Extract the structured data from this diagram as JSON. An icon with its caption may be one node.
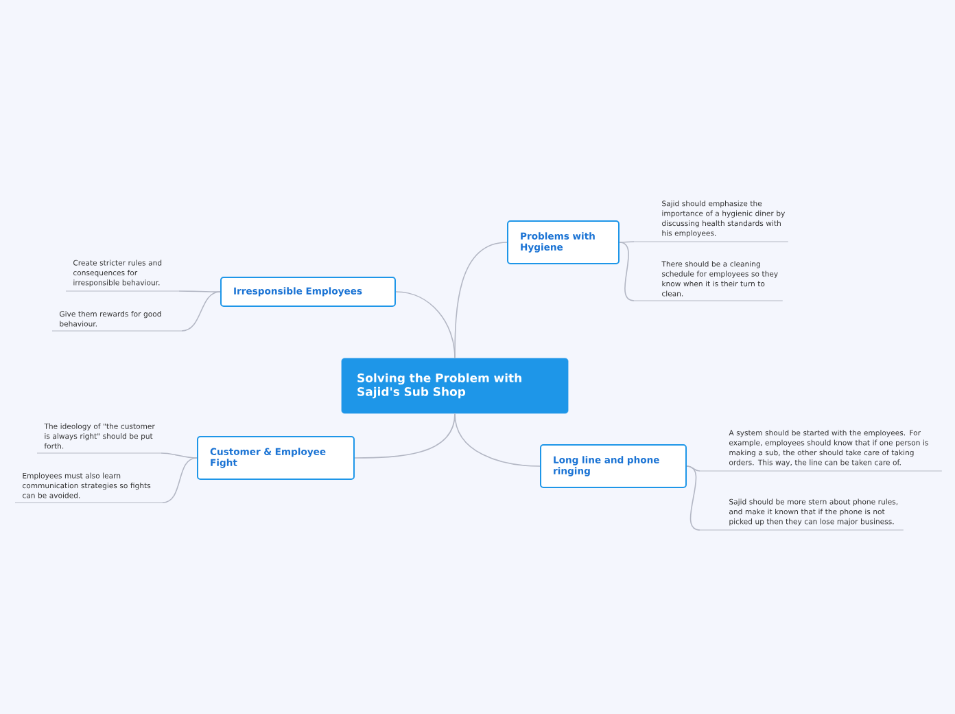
{
  "diagram": {
    "nodes": [
      {
        "text": [
          "Solving the Problem with Sajid's Sub Shop"
        ]
      },
      {
        "text": [
          "Problems with Hygiene"
        ]
      },
      {
        "text": [
          "Sajid should emphasize the importance of a hygienic diner by discussing health standards with his employees."
        ]
      },
      {
        "text": [
          "There should be a cleaning schedule for employees so they know when it is their turn to clean."
        ]
      },
      {
        "text": [
          "Long line and phone ringing"
        ]
      },
      {
        "text": [
          "A system should be started with the employees. For example, employees should know that if one person is making a sub, the other should take care of taking orders. This way, the line can be taken care of."
        ]
      },
      {
        "text": [
          "Sajid should be more stern about phone rules, and make it known that if the phone is not picked up then they can lose major business."
        ]
      },
      {
        "text": [
          "Customer & Employee Fight"
        ]
      },
      {
        "text": [
          "The ideology of \"the customer is always right\" should be put forth."
        ]
      },
      {
        "text": [
          "Employees must also learn communication strategies so fights can be avoided."
        ]
      },
      {
        "text": [
          "Irresponsible Employees"
        ]
      },
      {
        "text": [
          "Create stricter rules and consequences for irresponsible behaviour."
        ]
      },
      {
        "text": [
          "Give them rewards for good behaviour."
        ]
      }
    ],
    "edges": [
      {
        "from": 0,
        "to": 1,
        "arrow": "none"
      },
      {
        "from": 1,
        "to": 2,
        "arrow": "none"
      },
      {
        "from": 1,
        "to": 3,
        "arrow": "none"
      },
      {
        "from": 0,
        "to": 4,
        "arrow": "none"
      },
      {
        "from": 4,
        "to": 5,
        "arrow": "none"
      },
      {
        "from": 4,
        "to": 6,
        "arrow": "none"
      },
      {
        "from": 0,
        "to": 7,
        "arrow": "none"
      },
      {
        "from": 7,
        "to": 8,
        "arrow": "none"
      },
      {
        "from": 7,
        "to": 9,
        "arrow": "none"
      },
      {
        "from": 0,
        "to": 10,
        "arrow": "none"
      },
      {
        "from": 10,
        "to": 11,
        "arrow": "none"
      },
      {
        "from": 10,
        "to": 12,
        "arrow": "none"
      }
    ]
  }
}
